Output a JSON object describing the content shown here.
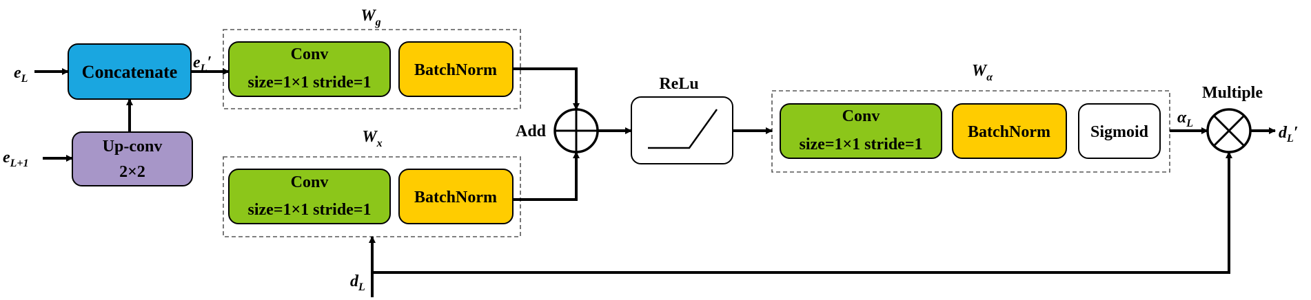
{
  "colors": {
    "concatenate": "#1aa6e0",
    "upconv": "#a796c8",
    "conv": "#8cc61a",
    "batchnorm": "#ffcc00",
    "sigmoid": "#ffffff",
    "relu": "#ffffff"
  },
  "inputs": {
    "e_L": "e",
    "e_L_sub": "L",
    "e_L1": "e",
    "e_L1_sub": "L+1",
    "d_L": "d",
    "d_L_sub": "L"
  },
  "blocks": {
    "concatenate": "Concatenate",
    "upconv_line1": "Up-conv",
    "upconv_line2": "2×2",
    "conv_line1": "Conv",
    "conv_line2": "size=1×1 stride=1",
    "batchnorm": "BatchNorm",
    "relu": "ReLu",
    "sigmoid": "Sigmoid",
    "add": "Add",
    "multiple": "Multiple"
  },
  "groups": {
    "wg": "W",
    "wg_sub": "g",
    "wx": "W",
    "wx_sub": "x",
    "walpha": "W",
    "walpha_sub": "α"
  },
  "signals": {
    "eL_prime": "e",
    "eL_prime_sub": "L",
    "eL_prime_mark": "′",
    "alpha_L": "α",
    "alpha_L_sub": "L",
    "dL_prime": "d",
    "dL_prime_sub": "L",
    "dL_prime_mark": "′"
  }
}
